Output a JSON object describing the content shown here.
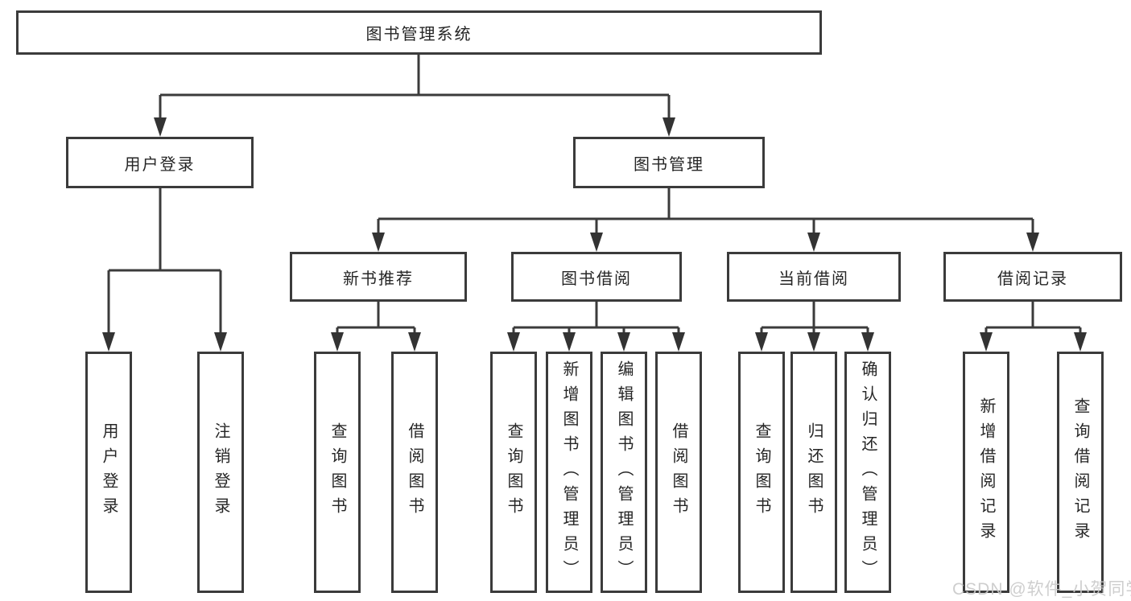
{
  "diagram": {
    "root": {
      "label": "图书管理系统"
    },
    "branches": [
      {
        "label": "用户登录",
        "children": [
          {
            "label": "用户登录"
          },
          {
            "label": "注销登录"
          }
        ]
      },
      {
        "label": "图书管理",
        "children": [
          {
            "label": "新书推荐",
            "children": [
              {
                "label": "查询图书"
              },
              {
                "label": "借阅图书"
              }
            ]
          },
          {
            "label": "图书借阅",
            "children": [
              {
                "label": "查询图书"
              },
              {
                "label": "新增图书（管理员）"
              },
              {
                "label": "编辑图书（管理员）"
              },
              {
                "label": "借阅图书"
              }
            ]
          },
          {
            "label": "当前借阅",
            "children": [
              {
                "label": "查询图书"
              },
              {
                "label": "归还图书"
              },
              {
                "label": "确认归还（管理员）"
              }
            ]
          },
          {
            "label": "借阅记录",
            "children": [
              {
                "label": "新增借阅记录"
              },
              {
                "label": "查询借阅记录"
              }
            ]
          }
        ]
      }
    ]
  },
  "watermark": {
    "text": "CSDN @软件_小贺同学"
  },
  "colors": {
    "line": "#3b3b3b",
    "text": "#262626",
    "watermark": "#c9c9c9",
    "background": "#ffffff"
  }
}
